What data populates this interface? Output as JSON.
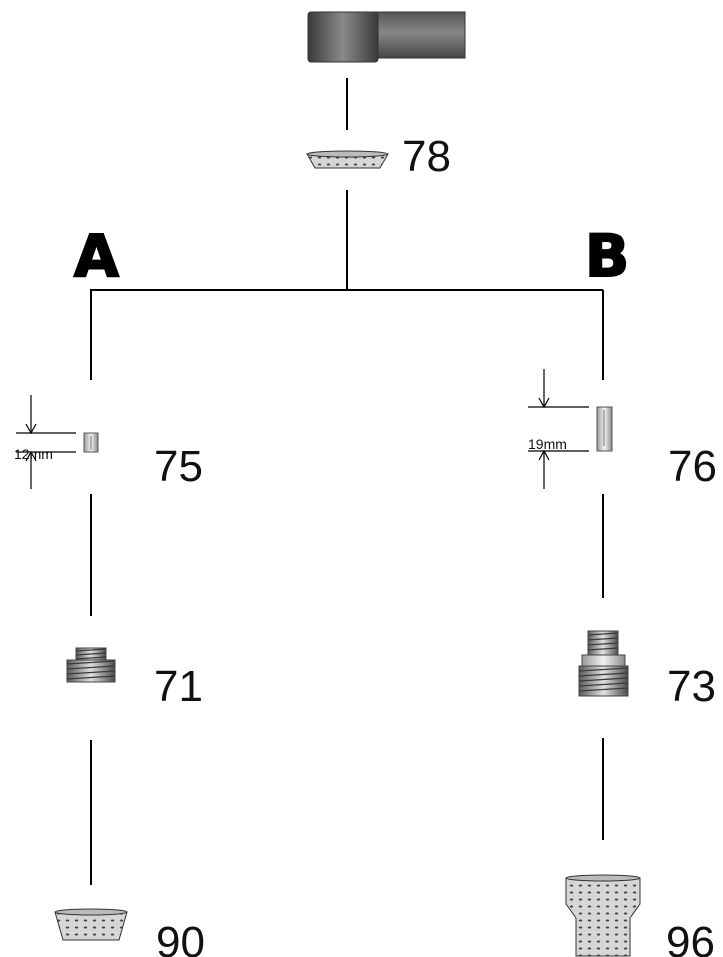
{
  "branches": {
    "a": {
      "letter": "A"
    },
    "b": {
      "letter": "B"
    }
  },
  "parts": {
    "top_washer": {
      "number": "78"
    },
    "a_insert": {
      "number": "75",
      "length": "12mm"
    },
    "b_insert": {
      "number": "76",
      "length": "19mm"
    },
    "a_adapter": {
      "number": "71"
    },
    "b_adapter": {
      "number": "73"
    },
    "a_nozzle": {
      "number": "90"
    },
    "b_nozzle": {
      "number": "96"
    }
  }
}
